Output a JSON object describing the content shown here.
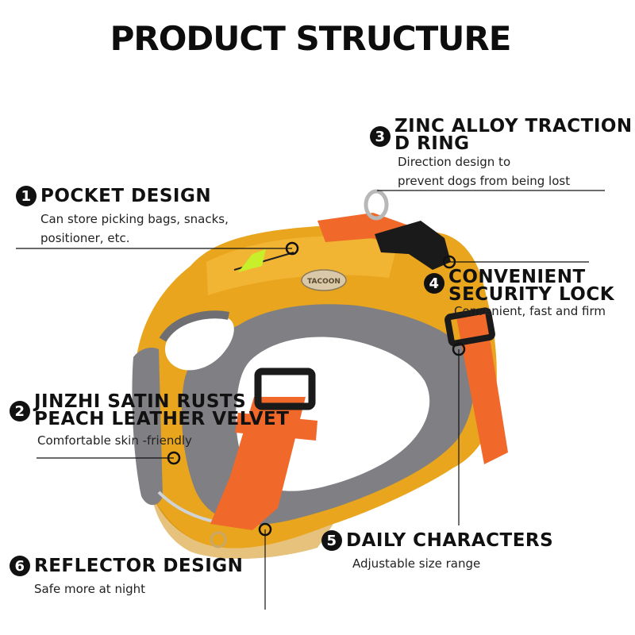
{
  "title": "PRODUCT STRUCTURE",
  "features": [
    {
      "number": "1",
      "heading": [
        "POCKET DESIGN"
      ],
      "description": [
        "Can store picking bags, snacks,",
        "positioner, etc."
      ]
    },
    {
      "number": "2",
      "heading": [
        "JINZHI SATIN RUSTS",
        "PEACH LEATHER VELVET"
      ],
      "description": [
        "Comfortable skin -friendly"
      ]
    },
    {
      "number": "3",
      "heading": [
        "ZINC ALLOY TRACTION",
        "D RING"
      ],
      "description": [
        "Direction design to",
        "prevent dogs from being lost"
      ]
    },
    {
      "number": "4",
      "heading": [
        "CONVENIENT",
        "SECURITY LOCK"
      ],
      "description": [
        "Convenient, fast and firm"
      ]
    },
    {
      "number": "5",
      "heading": [
        "DAILY CHARACTERS"
      ],
      "description": [
        "Adjustable size range"
      ]
    },
    {
      "number": "6",
      "heading": [
        "REFLECTOR DESIGN"
      ],
      "description": [
        "Safe more at night"
      ]
    }
  ],
  "product": {
    "brand_tag": "TACOON"
  },
  "colors": {
    "harness_yellow": "#E8A51D",
    "strap_orange": "#F0692A",
    "lining_gray": "#7F7F84",
    "text": "#111111"
  }
}
